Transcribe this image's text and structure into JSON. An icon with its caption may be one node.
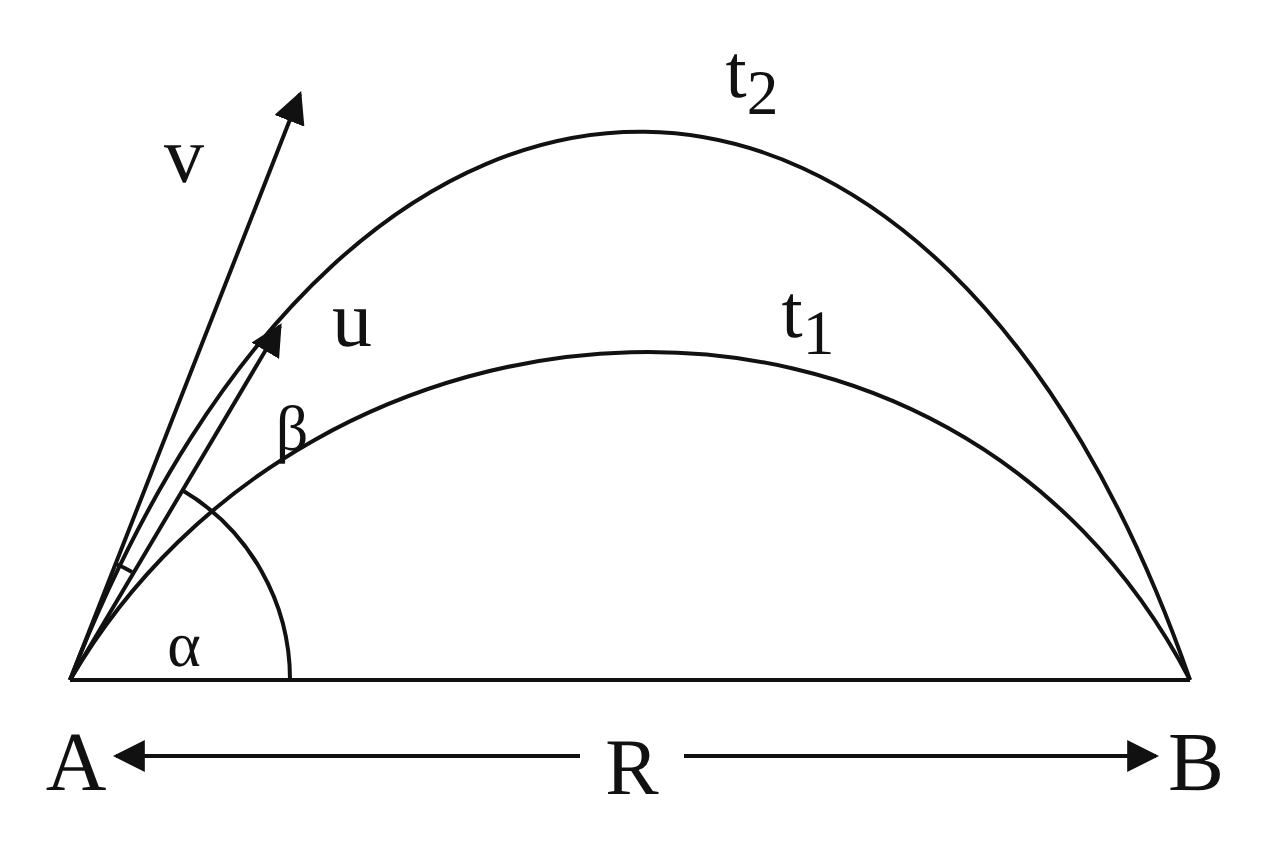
{
  "diagram": {
    "nodes": [
      {
        "text": [
          "A"
        ]
      },
      {
        "text": [
          "B"
        ]
      }
    ],
    "edges": [
      {
        "from": 0,
        "to": 1,
        "arrow": "none"
      },
      {
        "from": 0,
        "to": 1,
        "arrow": "none",
        "label": "t$_{1}$"
      },
      {
        "from": 0,
        "to": 1,
        "arrow": "none",
        "label": "t$_{2}$"
      }
    ],
    "labels": [
      "v",
      "u",
      "β",
      "α",
      "R"
    ]
  }
}
